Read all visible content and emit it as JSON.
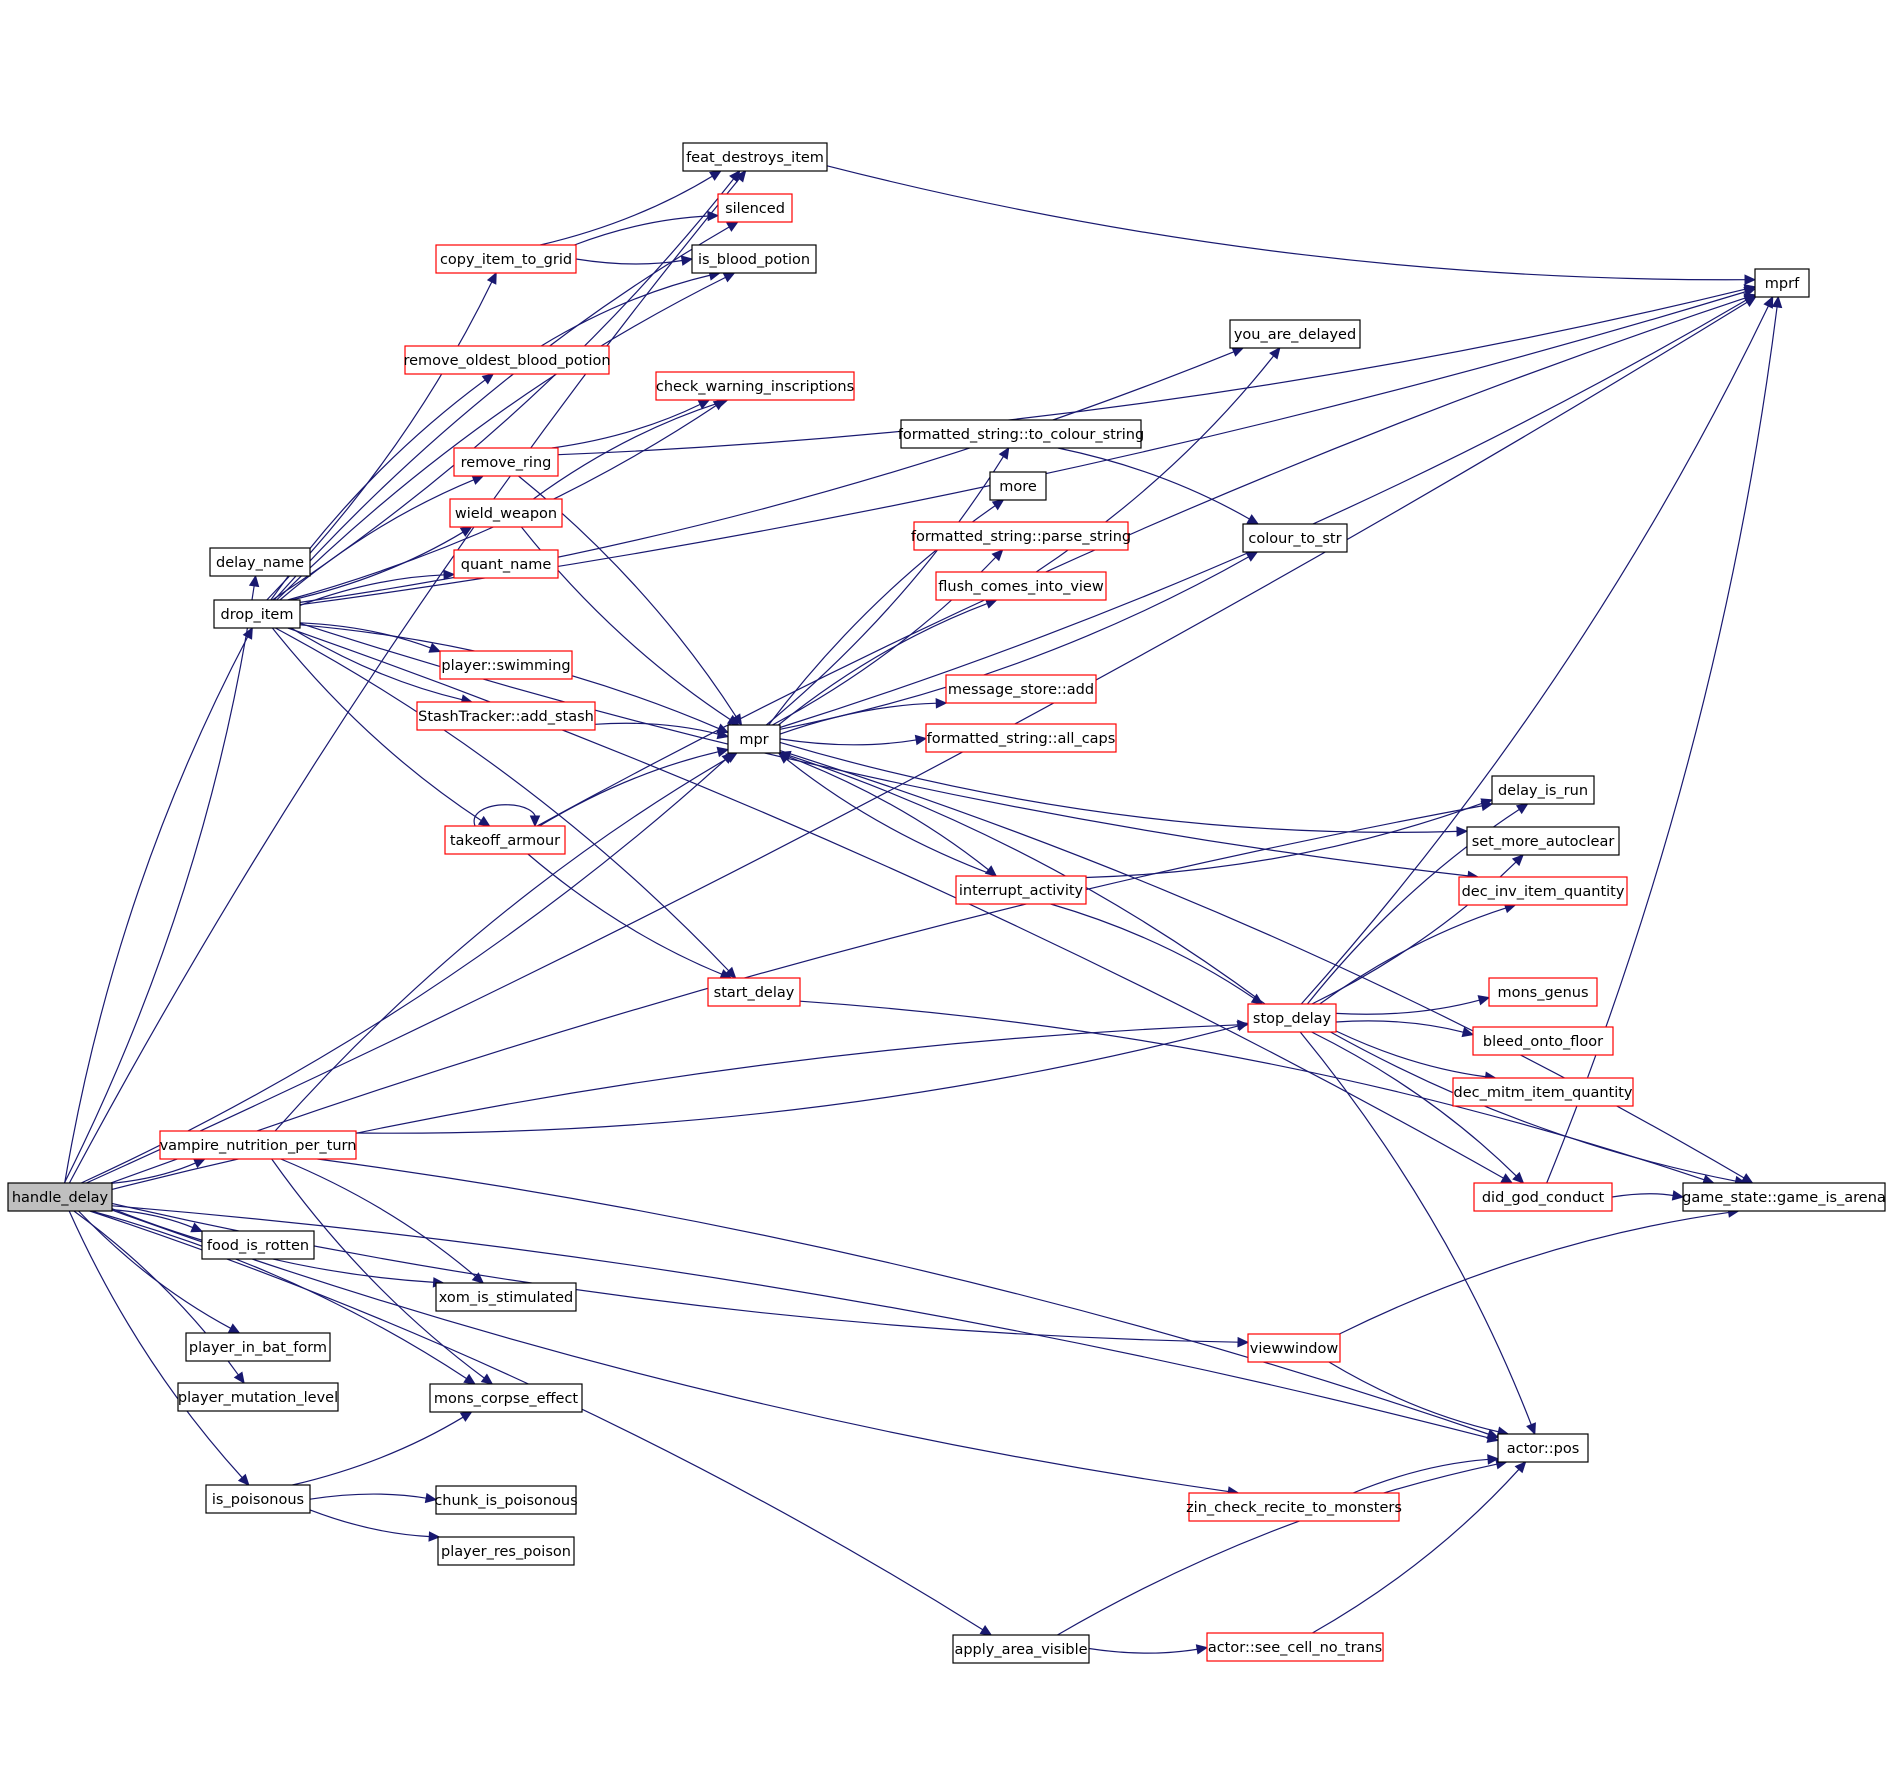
{
  "graph": {
    "edge_color": "#191970",
    "root": "handle_delay",
    "nodes": [
      {
        "id": "handle_delay",
        "label": "handle_delay",
        "border": "gray",
        "root": true
      },
      {
        "id": "delay_name",
        "label": "delay_name",
        "border": "black"
      },
      {
        "id": "drop_item",
        "label": "drop_item",
        "border": "black"
      },
      {
        "id": "vampire_nutrition_per_turn",
        "label": "vampire_nutrition_per_turn",
        "border": "red"
      },
      {
        "id": "food_is_rotten",
        "label": "food_is_rotten",
        "border": "black"
      },
      {
        "id": "player_in_bat_form",
        "label": "player_in_bat_form",
        "border": "black"
      },
      {
        "id": "player_mutation_level",
        "label": "player_mutation_level",
        "border": "black"
      },
      {
        "id": "is_poisonous",
        "label": "is_poisonous",
        "border": "black"
      },
      {
        "id": "feat_destroys_item",
        "label": "feat_destroys_item",
        "border": "black"
      },
      {
        "id": "silenced",
        "label": "silenced",
        "border": "red"
      },
      {
        "id": "copy_item_to_grid",
        "label": "copy_item_to_grid",
        "border": "red"
      },
      {
        "id": "is_blood_potion",
        "label": "is_blood_potion",
        "border": "black"
      },
      {
        "id": "remove_oldest_blood_potion",
        "label": "remove_oldest_blood_potion",
        "border": "red"
      },
      {
        "id": "check_warning_inscriptions",
        "label": "check_warning_inscriptions",
        "border": "red"
      },
      {
        "id": "remove_ring",
        "label": "remove_ring",
        "border": "red"
      },
      {
        "id": "wield_weapon",
        "label": "wield_weapon",
        "border": "red"
      },
      {
        "id": "quant_name",
        "label": "quant_name",
        "border": "red"
      },
      {
        "id": "player::swimming",
        "label": "player::swimming",
        "border": "red"
      },
      {
        "id": "StashTracker::add_stash",
        "label": "StashTracker::add_stash",
        "border": "red"
      },
      {
        "id": "takeoff_armour",
        "label": "takeoff_armour",
        "border": "red"
      },
      {
        "id": "start_delay",
        "label": "start_delay",
        "border": "red"
      },
      {
        "id": "xom_is_stimulated",
        "label": "xom_is_stimulated",
        "border": "black"
      },
      {
        "id": "mons_corpse_effect",
        "label": "mons_corpse_effect",
        "border": "black"
      },
      {
        "id": "chunk_is_poisonous",
        "label": "chunk_is_poisonous",
        "border": "black"
      },
      {
        "id": "player_res_poison",
        "label": "player_res_poison",
        "border": "black"
      },
      {
        "id": "mpr",
        "label": "mpr",
        "border": "black"
      },
      {
        "id": "formatted_string::to_colour_string",
        "label": "formatted_string::to_colour_string",
        "border": "black"
      },
      {
        "id": "more",
        "label": "more",
        "border": "black"
      },
      {
        "id": "formatted_string::parse_string",
        "label": "formatted_string::parse_string",
        "border": "red"
      },
      {
        "id": "flush_comes_into_view",
        "label": "flush_comes_into_view",
        "border": "red"
      },
      {
        "id": "message_store::add",
        "label": "message_store::add",
        "border": "red"
      },
      {
        "id": "formatted_string::all_caps",
        "label": "formatted_string::all_caps",
        "border": "red"
      },
      {
        "id": "interrupt_activity",
        "label": "interrupt_activity",
        "border": "red"
      },
      {
        "id": "apply_area_visible",
        "label": "apply_area_visible",
        "border": "black"
      },
      {
        "id": "you_are_delayed",
        "label": "you_are_delayed",
        "border": "black"
      },
      {
        "id": "colour_to_str",
        "label": "colour_to_str",
        "border": "black"
      },
      {
        "id": "stop_delay",
        "label": "stop_delay",
        "border": "red"
      },
      {
        "id": "viewwindow",
        "label": "viewwindow",
        "border": "red"
      },
      {
        "id": "zin_check_recite_to_monsters",
        "label": "zin_check_recite_to_monsters",
        "border": "red"
      },
      {
        "id": "actor::see_cell_no_trans",
        "label": "actor::see_cell_no_trans",
        "border": "red"
      },
      {
        "id": "delay_is_run",
        "label": "delay_is_run",
        "border": "black"
      },
      {
        "id": "set_more_autoclear",
        "label": "set_more_autoclear",
        "border": "black"
      },
      {
        "id": "dec_inv_item_quantity",
        "label": "dec_inv_item_quantity",
        "border": "red"
      },
      {
        "id": "mons_genus",
        "label": "mons_genus",
        "border": "red"
      },
      {
        "id": "bleed_onto_floor",
        "label": "bleed_onto_floor",
        "border": "red"
      },
      {
        "id": "dec_mitm_item_quantity",
        "label": "dec_mitm_item_quantity",
        "border": "red"
      },
      {
        "id": "did_god_conduct",
        "label": "did_god_conduct",
        "border": "red"
      },
      {
        "id": "actor::pos",
        "label": "actor::pos",
        "border": "black"
      },
      {
        "id": "mprf",
        "label": "mprf",
        "border": "black"
      },
      {
        "id": "game_state::game_is_arena",
        "label": "game_state::game_is_arena",
        "border": "black"
      }
    ],
    "edges": [
      [
        "handle_delay",
        "delay_name"
      ],
      [
        "handle_delay",
        "drop_item"
      ],
      [
        "handle_delay",
        "vampire_nutrition_per_turn"
      ],
      [
        "handle_delay",
        "food_is_rotten"
      ],
      [
        "handle_delay",
        "player_in_bat_form"
      ],
      [
        "handle_delay",
        "player_mutation_level"
      ],
      [
        "handle_delay",
        "is_poisonous"
      ],
      [
        "handle_delay",
        "feat_destroys_item"
      ],
      [
        "handle_delay",
        "mprf"
      ],
      [
        "handle_delay",
        "delay_is_run"
      ],
      [
        "handle_delay",
        "mpr"
      ],
      [
        "handle_delay",
        "stop_delay"
      ],
      [
        "handle_delay",
        "xom_is_stimulated"
      ],
      [
        "handle_delay",
        "mons_corpse_effect"
      ],
      [
        "handle_delay",
        "viewwindow"
      ],
      [
        "handle_delay",
        "actor::pos"
      ],
      [
        "handle_delay",
        "zin_check_recite_to_monsters"
      ],
      [
        "handle_delay",
        "apply_area_visible"
      ],
      [
        "drop_item",
        "feat_destroys_item"
      ],
      [
        "drop_item",
        "silenced"
      ],
      [
        "drop_item",
        "copy_item_to_grid"
      ],
      [
        "drop_item",
        "is_blood_potion"
      ],
      [
        "drop_item",
        "you_are_delayed"
      ],
      [
        "drop_item",
        "remove_oldest_blood_potion"
      ],
      [
        "drop_item",
        "check_warning_inscriptions"
      ],
      [
        "drop_item",
        "remove_ring"
      ],
      [
        "drop_item",
        "wield_weapon"
      ],
      [
        "drop_item",
        "quant_name"
      ],
      [
        "drop_item",
        "mprf"
      ],
      [
        "drop_item",
        "player::swimming"
      ],
      [
        "drop_item",
        "StashTracker::add_stash"
      ],
      [
        "drop_item",
        "mpr"
      ],
      [
        "drop_item",
        "takeoff_armour"
      ],
      [
        "drop_item",
        "start_delay"
      ],
      [
        "drop_item",
        "dec_inv_item_quantity"
      ],
      [
        "drop_item",
        "did_god_conduct"
      ],
      [
        "copy_item_to_grid",
        "feat_destroys_item"
      ],
      [
        "copy_item_to_grid",
        "silenced"
      ],
      [
        "copy_item_to_grid",
        "is_blood_potion"
      ],
      [
        "remove_oldest_blood_potion",
        "is_blood_potion"
      ],
      [
        "remove_ring",
        "check_warning_inscriptions"
      ],
      [
        "remove_ring",
        "mpr"
      ],
      [
        "remove_ring",
        "mprf"
      ],
      [
        "wield_weapon",
        "check_warning_inscriptions"
      ],
      [
        "wield_weapon",
        "mpr"
      ],
      [
        "StashTracker::add_stash",
        "mpr"
      ],
      [
        "takeoff_armour",
        "takeoff_armour"
      ],
      [
        "takeoff_armour",
        "mpr"
      ],
      [
        "takeoff_armour",
        "start_delay"
      ],
      [
        "takeoff_armour",
        "mprf"
      ],
      [
        "feat_destroys_item",
        "mprf"
      ],
      [
        "vampire_nutrition_per_turn",
        "mpr"
      ],
      [
        "vampire_nutrition_per_turn",
        "stop_delay"
      ],
      [
        "vampire_nutrition_per_turn",
        "xom_is_stimulated"
      ],
      [
        "vampire_nutrition_per_turn",
        "mons_corpse_effect"
      ],
      [
        "vampire_nutrition_per_turn",
        "actor::pos"
      ],
      [
        "is_poisonous",
        "mons_corpse_effect"
      ],
      [
        "is_poisonous",
        "chunk_is_poisonous"
      ],
      [
        "is_poisonous",
        "player_res_poison"
      ],
      [
        "start_delay",
        "game_state::game_is_arena"
      ],
      [
        "mpr",
        "formatted_string::to_colour_string"
      ],
      [
        "mpr",
        "more"
      ],
      [
        "mpr",
        "formatted_string::parse_string"
      ],
      [
        "mpr",
        "flush_comes_into_view"
      ],
      [
        "mpr",
        "colour_to_str"
      ],
      [
        "mpr",
        "message_store::add"
      ],
      [
        "mpr",
        "formatted_string::all_caps"
      ],
      [
        "mpr",
        "interrupt_activity"
      ],
      [
        "mpr",
        "set_more_autoclear"
      ],
      [
        "mpr",
        "game_state::game_is_arena"
      ],
      [
        "mpr",
        "mprf"
      ],
      [
        "formatted_string::to_colour_string",
        "colour_to_str"
      ],
      [
        "flush_comes_into_view",
        "you_are_delayed"
      ],
      [
        "interrupt_activity",
        "mpr"
      ],
      [
        "interrupt_activity",
        "delay_is_run"
      ],
      [
        "interrupt_activity",
        "stop_delay"
      ],
      [
        "stop_delay",
        "mpr"
      ],
      [
        "stop_delay",
        "delay_is_run"
      ],
      [
        "stop_delay",
        "set_more_autoclear"
      ],
      [
        "stop_delay",
        "dec_inv_item_quantity"
      ],
      [
        "stop_delay",
        "mons_genus"
      ],
      [
        "stop_delay",
        "bleed_onto_floor"
      ],
      [
        "stop_delay",
        "dec_mitm_item_quantity"
      ],
      [
        "stop_delay",
        "did_god_conduct"
      ],
      [
        "stop_delay",
        "game_state::game_is_arena"
      ],
      [
        "stop_delay",
        "actor::pos"
      ],
      [
        "stop_delay",
        "mprf"
      ],
      [
        "did_god_conduct",
        "game_state::game_is_arena"
      ],
      [
        "did_god_conduct",
        "mprf"
      ],
      [
        "viewwindow",
        "game_state::game_is_arena"
      ],
      [
        "viewwindow",
        "actor::pos"
      ],
      [
        "zin_check_recite_to_monsters",
        "actor::pos"
      ],
      [
        "apply_area_visible",
        "actor::see_cell_no_trans"
      ],
      [
        "apply_area_visible",
        "actor::pos"
      ],
      [
        "actor::see_cell_no_trans",
        "actor::pos"
      ]
    ]
  }
}
